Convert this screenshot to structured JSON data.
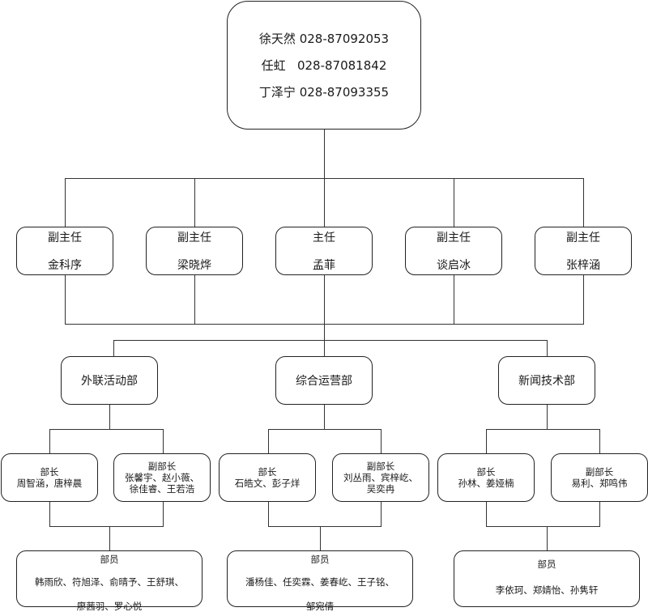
{
  "top": {
    "contacts": [
      {
        "name": "徐天然",
        "phone": "028-87092053"
      },
      {
        "name": "任虹  ",
        "phone": "028-87081842"
      },
      {
        "name": "丁泽宁",
        "phone": "028-87093355"
      }
    ]
  },
  "leaders": [
    {
      "title": "副主任",
      "name": "金科序"
    },
    {
      "title": "副主任",
      "name": "梁晓烨"
    },
    {
      "title": "主任",
      "name": "孟菲"
    },
    {
      "title": "副主任",
      "name": "谈启冰"
    },
    {
      "title": "副主任",
      "name": "张梓涵"
    }
  ],
  "departments": [
    {
      "name": "外联活动部",
      "head": {
        "title": "部长",
        "lines": [
          "周智涵，唐梓晨"
        ]
      },
      "deputy": {
        "title": "副部长",
        "lines": [
          "张馨宇、赵小薇、",
          "徐佳睿、王若浩"
        ]
      },
      "members": {
        "title": "部员",
        "lines": [
          "韩雨欣、符旭泽、俞晴予、王舒琪、",
          "廖茜羽、罗心悦"
        ]
      }
    },
    {
      "name": "综合运营部",
      "head": {
        "title": "部长",
        "lines": [
          "石皓文、彭子烊"
        ]
      },
      "deputy": {
        "title": "副部长",
        "lines": [
          "刘丛雨、宾梓屹、",
          "吴奕冉"
        ]
      },
      "members": {
        "title": "部员",
        "lines": [
          "潘杨佳、任奕霖、姜春屹、王子铭、",
          "邹宛倩"
        ]
      }
    },
    {
      "name": "新闻技术部",
      "head": {
        "title": "部长",
        "lines": [
          "孙林、姜娅楠"
        ]
      },
      "deputy": {
        "title": "副部长",
        "lines": [
          "易利、郑鸣伟"
        ]
      },
      "members": {
        "title": "部员",
        "lines": [
          "李依珂、郑婧怡、孙隽轩"
        ]
      }
    }
  ]
}
